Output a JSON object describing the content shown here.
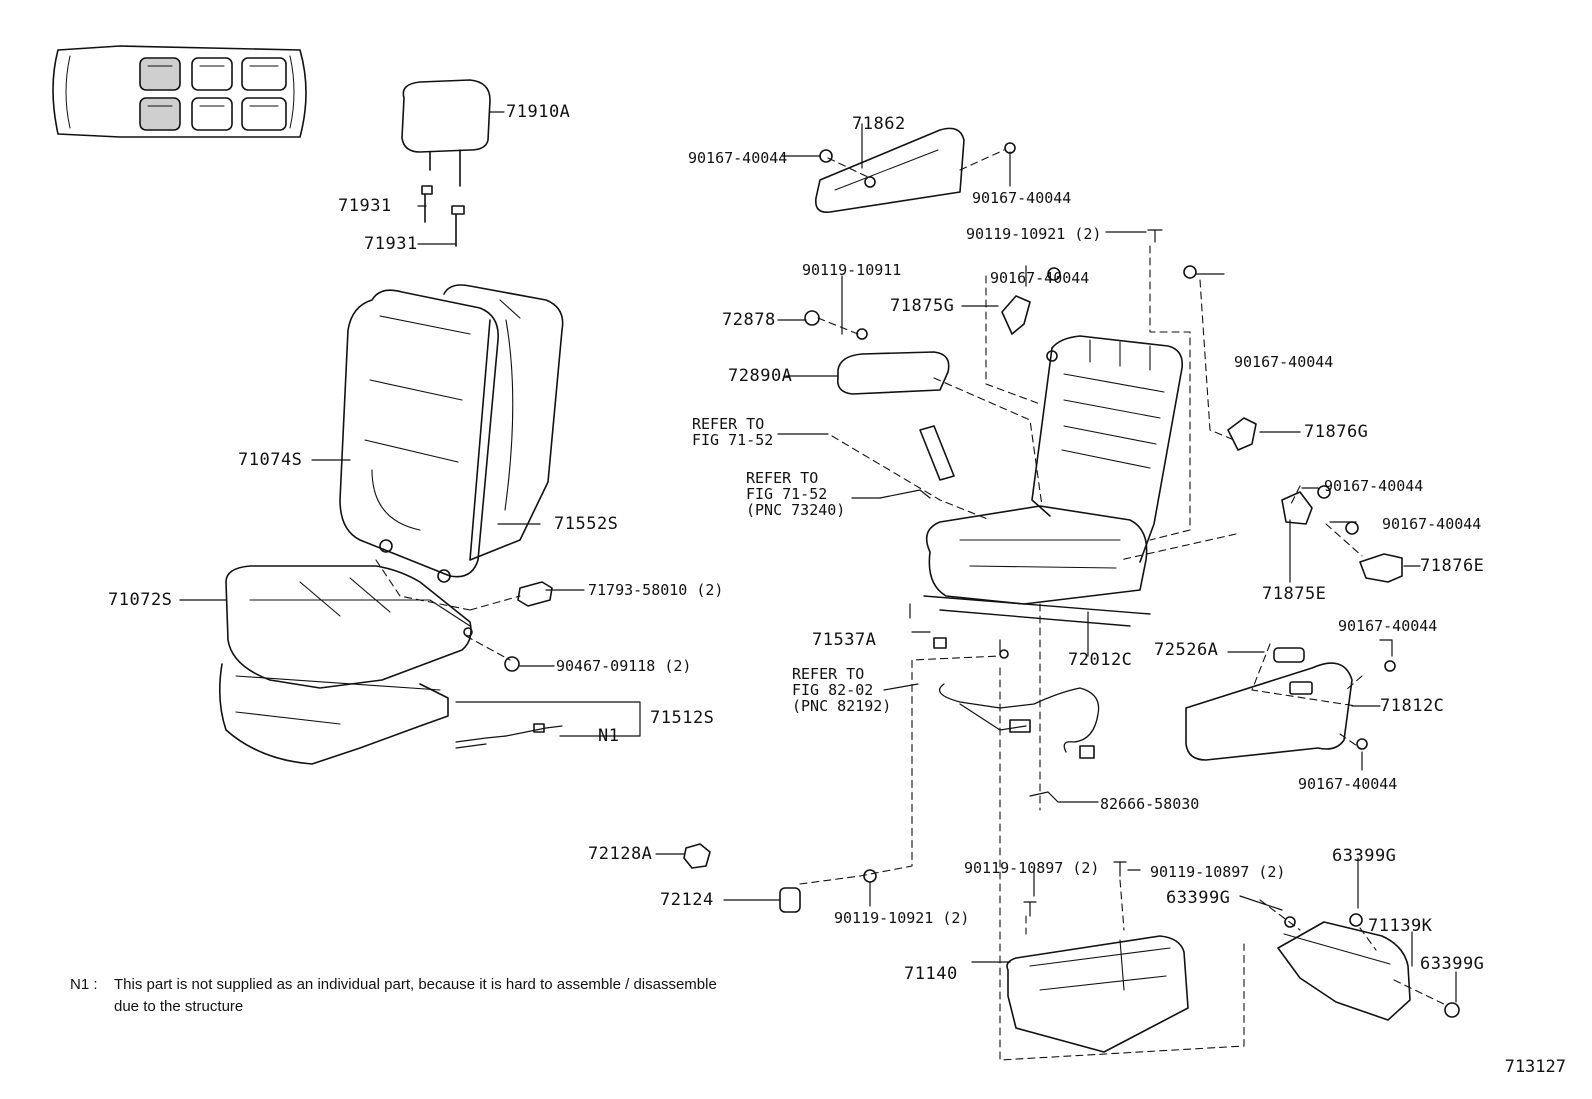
{
  "labels": {
    "p71910A": "71910A",
    "p71931a": "71931",
    "p71931b": "71931",
    "p71074S": "71074S",
    "p71552S": "71552S",
    "p71072S": "71072S",
    "p71793": "71793-58010 (2)",
    "p90467": "90467-09118 (2)",
    "p71512S": "71512S",
    "pN1": "N1",
    "p72128A": "72128A",
    "p72124": "72124",
    "p90119_10921b": "90119-10921 (2)",
    "p71862": "71862",
    "p90167_a": "90167-40044",
    "p90167_b": "90167-40044",
    "p90119_10921a": "90119-10921 (2)",
    "p90119_10911": "90119-10911",
    "p90167_c": "90167-40044",
    "p72878": "72878",
    "p71875G": "71875G",
    "p90167_d": "90167-40044",
    "p72890A": "72890A",
    "refer1": "REFER TO\nFIG 71-52",
    "refer2": "REFER TO\nFIG 71-52\n(PNC 73240)",
    "p71876G": "71876G",
    "p90167_e": "90167-40044",
    "p90167_f": "90167-40044",
    "p71876E": "71876E",
    "p71875E": "71875E",
    "p71537A": "71537A",
    "p72012C": "72012C",
    "p72526A": "72526A",
    "p90167_g": "90167-40044",
    "p71812C": "71812C",
    "refer3": "REFER TO\nFIG 82-02\n(PNC 82192)",
    "p90167_h": "90167-40044",
    "p82666": "82666-58030",
    "p90119_10897a": "90119-10897 (2)",
    "p90119_10897b": "90119-10897 (2)",
    "p63399Ga": "63399G",
    "p63399Gb": "63399G",
    "p71139K": "71139K",
    "p63399Gc": "63399G",
    "p71140": "71140"
  },
  "note": {
    "key": "N1 :",
    "line1": "This part is not supplied as an individual part, because it is hard to assemble / disassemble",
    "line2": "due to the structure"
  },
  "figure_number": "713127"
}
